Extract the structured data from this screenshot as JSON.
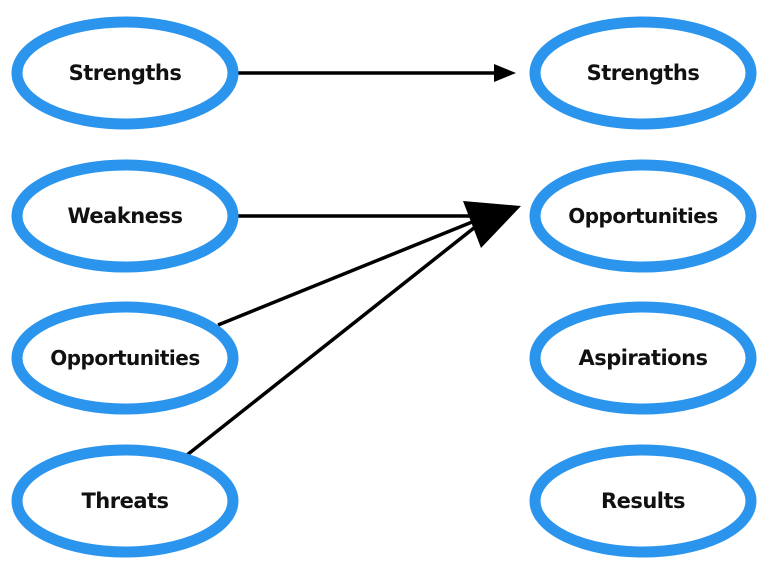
{
  "colors": {
    "ring": "#2b95ee",
    "arrow": "#000000",
    "label": "#111111",
    "background": "#ffffff"
  },
  "left_column": {
    "nodes": [
      {
        "id": "l-strengths",
        "label": "Strengths"
      },
      {
        "id": "l-weakness",
        "label": "Weakness"
      },
      {
        "id": "l-opportunities",
        "label": "Opportunities"
      },
      {
        "id": "l-threats",
        "label": "Threats"
      }
    ]
  },
  "right_column": {
    "nodes": [
      {
        "id": "r-strengths",
        "label": "Strengths"
      },
      {
        "id": "r-opportunities",
        "label": "Opportunities"
      },
      {
        "id": "r-aspirations",
        "label": "Aspirations"
      },
      {
        "id": "r-results",
        "label": "Results"
      }
    ]
  },
  "edges": [
    {
      "from": "l-strengths",
      "to": "r-strengths"
    },
    {
      "from": "l-weakness",
      "to": "r-opportunities"
    },
    {
      "from": "l-opportunities",
      "to": "r-opportunities"
    },
    {
      "from": "l-threats",
      "to": "r-opportunities"
    }
  ]
}
